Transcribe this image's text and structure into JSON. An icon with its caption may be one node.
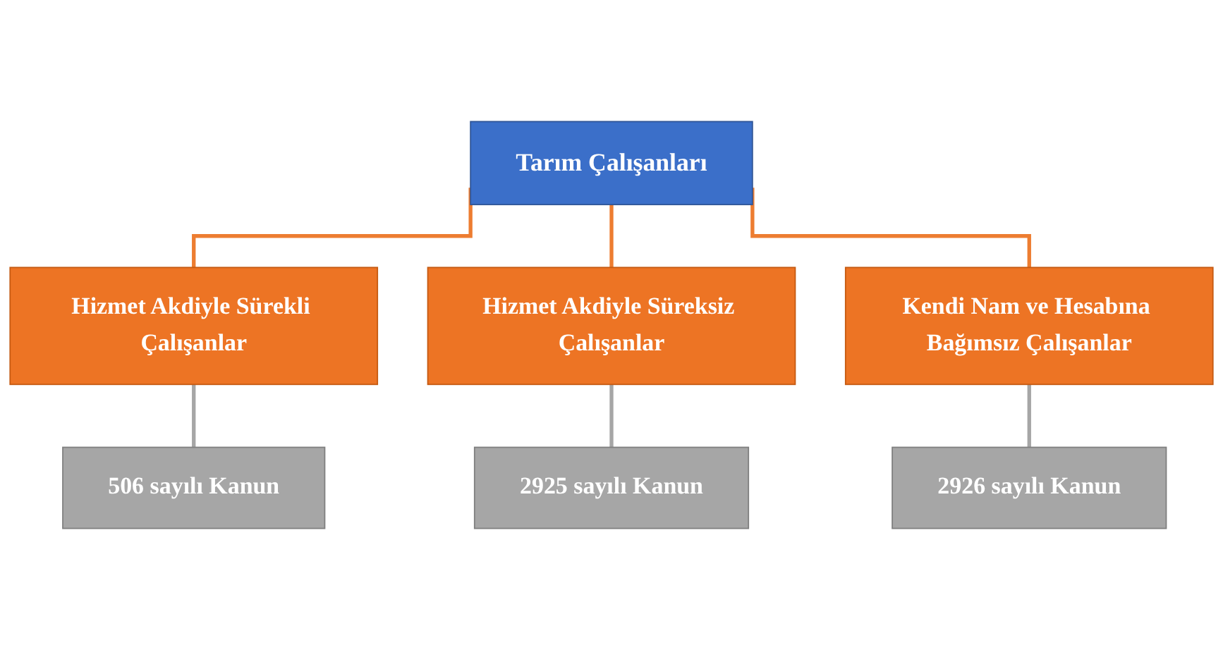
{
  "diagram": {
    "nodes": [
      {
        "text": [
          "Tarım Çalışanları"
        ]
      },
      {
        "text": [
          "Hizmet Akdiyle Sürekli Çalışanlar"
        ]
      },
      {
        "text": [
          "Hizmet Akdiyle Süreksiz Çalışanlar"
        ]
      },
      {
        "text": [
          "Kendi Nam ve Hesabına Bağımsız Çalışanlar"
        ]
      },
      {
        "text": [
          "506 sayılı Kanun"
        ]
      },
      {
        "text": [
          "2925 sayılı Kanun"
        ]
      },
      {
        "text": [
          "2926 sayılı Kanun"
        ]
      }
    ],
    "edges": [
      {
        "from": 0,
        "to": 1,
        "arrow": "none",
        "color": "#ed7d31"
      },
      {
        "from": 0,
        "to": 2,
        "arrow": "none",
        "color": "#ed7d31"
      },
      {
        "from": 0,
        "to": 3,
        "arrow": "none",
        "color": "#ed7d31"
      },
      {
        "from": 1,
        "to": 4,
        "arrow": "none",
        "color": "#a6a6a6"
      },
      {
        "from": 2,
        "to": 5,
        "arrow": "none",
        "color": "#a6a6a6"
      },
      {
        "from": 3,
        "to": 6,
        "arrow": "none",
        "color": "#a6a6a6"
      }
    ]
  }
}
